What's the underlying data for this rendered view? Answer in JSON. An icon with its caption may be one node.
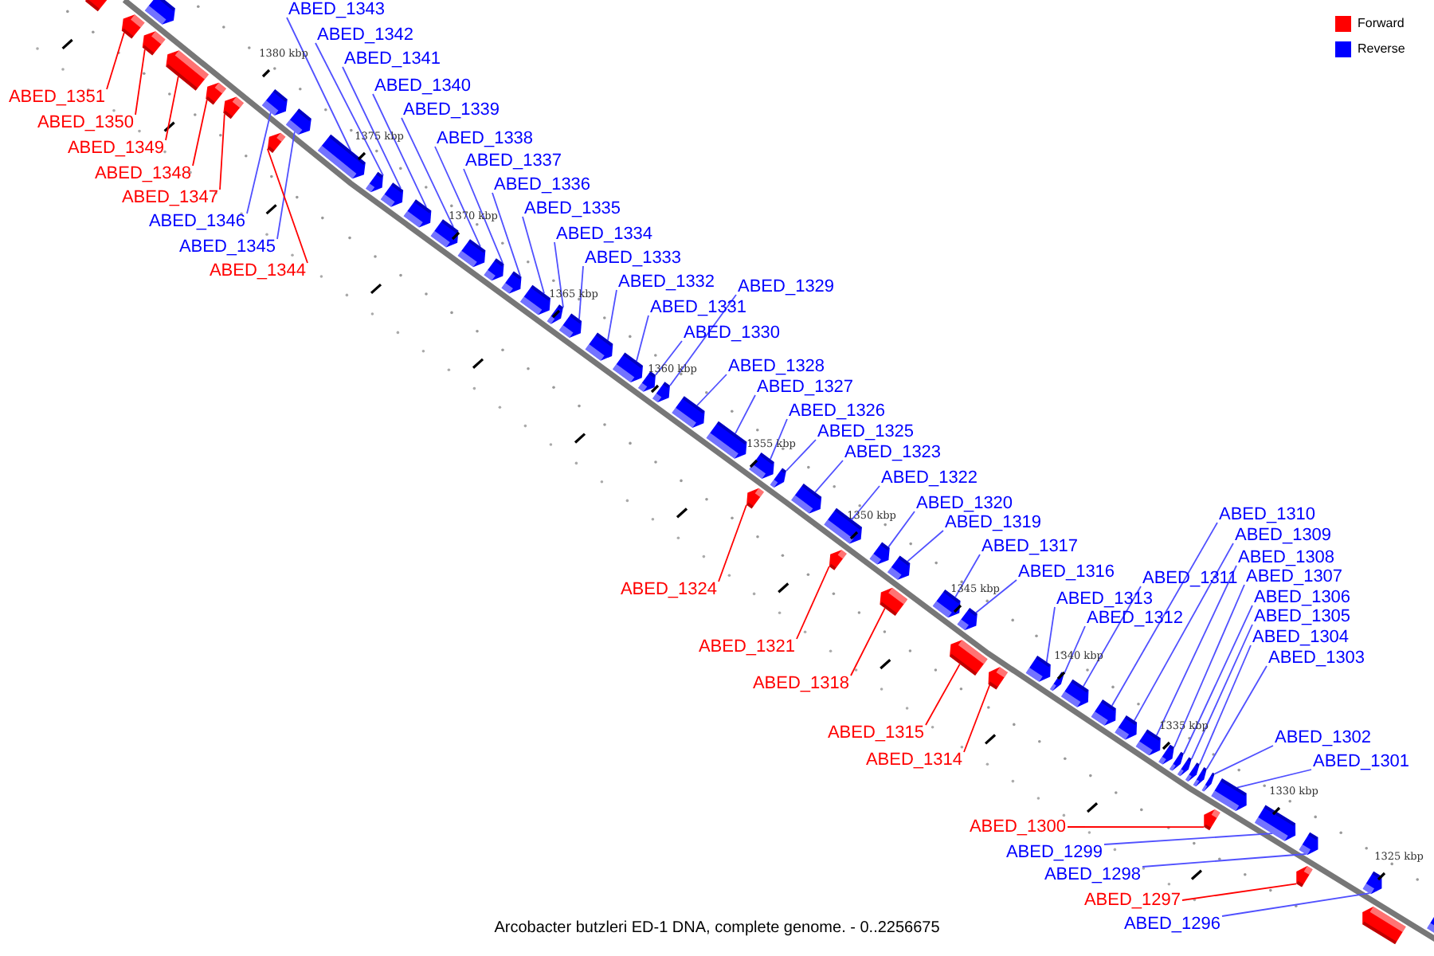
{
  "diagram": {
    "caption": "Arcobacter butzleri ED-1 DNA, complete genome. - 0..2256675",
    "nodes": [
      {
        "text": [
          "ABED_1351"
        ]
      },
      {
        "text": [
          "ABED_1350"
        ]
      },
      {
        "text": [
          "ABED_1349"
        ]
      },
      {
        "text": [
          "ABED_1348"
        ]
      },
      {
        "text": [
          "ABED_1347"
        ]
      },
      {
        "text": [
          "ABED_1346"
        ]
      },
      {
        "text": [
          "ABED_1345"
        ]
      },
      {
        "text": [
          "ABED_1344"
        ]
      },
      {
        "text": [
          "ABED_1343"
        ]
      },
      {
        "text": [
          "ABED_1342"
        ]
      },
      {
        "text": [
          "ABED_1341"
        ]
      },
      {
        "text": [
          "ABED_1340"
        ]
      },
      {
        "text": [
          "ABED_1339"
        ]
      },
      {
        "text": [
          "ABED_1338"
        ]
      },
      {
        "text": [
          "ABED_1337"
        ]
      },
      {
        "text": [
          "ABED_1336"
        ]
      },
      {
        "text": [
          "ABED_1335"
        ]
      },
      {
        "text": [
          "ABED_1334"
        ]
      },
      {
        "text": [
          "ABED_1333"
        ]
      },
      {
        "text": [
          "ABED_1332"
        ]
      },
      {
        "text": [
          "ABED_1331"
        ]
      },
      {
        "text": [
          "ABED_1330"
        ]
      },
      {
        "text": [
          "ABED_1329"
        ]
      },
      {
        "text": [
          "ABED_1328"
        ]
      },
      {
        "text": [
          "ABED_1327"
        ]
      },
      {
        "text": [
          "ABED_1326"
        ]
      },
      {
        "text": [
          "ABED_1325"
        ]
      },
      {
        "text": [
          "ABED_1324"
        ]
      },
      {
        "text": [
          "ABED_1323"
        ]
      },
      {
        "text": [
          "ABED_1322"
        ]
      },
      {
        "text": [
          "ABED_1321"
        ]
      },
      {
        "text": [
          "ABED_1320"
        ]
      },
      {
        "text": [
          "ABED_1319"
        ]
      },
      {
        "text": [
          "ABED_1318"
        ]
      },
      {
        "text": [
          "ABED_1317"
        ]
      },
      {
        "text": [
          "ABED_1316"
        ]
      },
      {
        "text": [
          "ABED_1315"
        ]
      },
      {
        "text": [
          "ABED_1314"
        ]
      },
      {
        "text": [
          "ABED_1313"
        ]
      },
      {
        "text": [
          "ABED_1312"
        ]
      },
      {
        "text": [
          "ABED_1311"
        ]
      },
      {
        "text": [
          "ABED_1310"
        ]
      },
      {
        "text": [
          "ABED_1309"
        ]
      },
      {
        "text": [
          "ABED_1308"
        ]
      },
      {
        "text": [
          "ABED_1307"
        ]
      },
      {
        "text": [
          "ABED_1306"
        ]
      },
      {
        "text": [
          "ABED_1305"
        ]
      },
      {
        "text": [
          "ABED_1304"
        ]
      },
      {
        "text": [
          "ABED_1303"
        ]
      },
      {
        "text": [
          "ABED_1302"
        ]
      },
      {
        "text": [
          "ABED_1301"
        ]
      },
      {
        "text": [
          "ABED_1300"
        ]
      },
      {
        "text": [
          "ABED_1299"
        ]
      },
      {
        "text": [
          "ABED_1298"
        ]
      },
      {
        "text": [
          "ABED_1297"
        ]
      },
      {
        "text": [
          "ABED_1296"
        ]
      },
      {
        "text": [],
        "shape": "arrow"
      },
      {
        "text": [],
        "shape": "arrow"
      },
      {
        "text": [],
        "shape": "arrow"
      },
      {
        "text": [],
        "shape": "arrow"
      },
      {
        "text": [],
        "shape": "arrow"
      },
      {
        "text": [],
        "shape": "arrow"
      },
      {
        "text": [],
        "shape": "arrow"
      },
      {
        "text": [],
        "shape": "arrow"
      },
      {
        "text": [],
        "shape": "arrow"
      },
      {
        "text": [],
        "shape": "arrow"
      },
      {
        "text": [],
        "shape": "arrow"
      },
      {
        "text": [],
        "shape": "arrow"
      },
      {
        "text": [],
        "shape": "arrow"
      },
      {
        "text": [],
        "shape": "arrow"
      },
      {
        "text": [],
        "shape": "arrow"
      },
      {
        "text": [],
        "shape": "arrow"
      },
      {
        "text": [],
        "shape": "arrow"
      },
      {
        "text": [],
        "shape": "arrow"
      },
      {
        "text": [],
        "shape": "arrow"
      },
      {
        "text": [],
        "shape": "arrow"
      },
      {
        "text": [],
        "shape": "arrow"
      },
      {
        "text": [],
        "shape": "arrow"
      },
      {
        "text": [],
        "shape": "arrow"
      },
      {
        "text": [],
        "shape": "arrow"
      },
      {
        "text": [],
        "shape": "arrow"
      },
      {
        "text": [],
        "shape": "arrow"
      },
      {
        "text": [],
        "shape": "arrow"
      },
      {
        "text": [],
        "shape": "arrow"
      },
      {
        "text": [],
        "shape": "arrow"
      },
      {
        "text": [],
        "shape": "arrow"
      },
      {
        "text": [],
        "shape": "arrow"
      },
      {
        "text": [],
        "shape": "arrow"
      },
      {
        "text": [],
        "shape": "arrow"
      },
      {
        "text": [],
        "shape": "arrow"
      },
      {
        "text": [],
        "shape": "arrow"
      },
      {
        "text": [],
        "shape": "arrow"
      },
      {
        "text": [],
        "shape": "arrow"
      },
      {
        "text": [],
        "shape": "arrow"
      },
      {
        "text": [],
        "shape": "arrow"
      },
      {
        "text": [],
        "shape": "arrow"
      },
      {
        "text": [],
        "shape": "arrow"
      },
      {
        "text": [],
        "shape": "arrow"
      },
      {
        "text": [],
        "shape": "arrow"
      },
      {
        "text": [],
        "shape": "arrow"
      },
      {
        "text": [],
        "shape": "arrow"
      },
      {
        "text": [],
        "shape": "arrow"
      },
      {
        "text": [],
        "shape": "arrow"
      },
      {
        "text": [],
        "shape": "arrow"
      },
      {
        "text": [],
        "shape": "arrow"
      },
      {
        "text": [],
        "shape": "arrow"
      },
      {
        "text": [],
        "shape": "arrow"
      },
      {
        "text": [],
        "shape": "arrow"
      },
      {
        "text": [],
        "shape": "arrow"
      },
      {
        "text": [],
        "shape": "arrow"
      },
      {
        "text": [],
        "shape": "arrow"
      },
      {
        "text": [],
        "shape": "arrow"
      },
      {
        "text": [],
        "shape": "box"
      },
      {
        "text": [],
        "shape": "box"
      },
      {
        "text": [],
        "shape": "box"
      },
      {
        "text": [],
        "shape": "box"
      }
    ],
    "edges": [
      {
        "from": 0,
        "to": 56,
        "arrow": "none",
        "color": "#ff0000"
      },
      {
        "from": 1,
        "to": 57,
        "arrow": "none",
        "color": "#ff0000"
      },
      {
        "from": 2,
        "to": 58,
        "arrow": "none",
        "color": "#ff0000"
      },
      {
        "from": 3,
        "to": 59,
        "arrow": "none",
        "color": "#ff0000"
      },
      {
        "from": 4,
        "to": 60,
        "arrow": "none",
        "color": "#ff0000"
      },
      {
        "from": 5,
        "to": 61,
        "arrow": "none"
      },
      {
        "from": 6,
        "to": 62,
        "arrow": "none"
      },
      {
        "from": 7,
        "to": 63,
        "arrow": "none",
        "color": "#ff0000"
      },
      {
        "from": 8,
        "to": 64,
        "arrow": "none"
      },
      {
        "from": 9,
        "to": 65,
        "arrow": "none"
      },
      {
        "from": 10,
        "to": 66,
        "arrow": "none"
      },
      {
        "from": 11,
        "to": 67,
        "arrow": "none"
      },
      {
        "from": 12,
        "to": 68,
        "arrow": "none"
      },
      {
        "from": 13,
        "to": 69,
        "arrow": "none"
      },
      {
        "from": 14,
        "to": 70,
        "arrow": "none"
      },
      {
        "from": 15,
        "to": 71,
        "arrow": "none"
      },
      {
        "from": 16,
        "to": 72,
        "arrow": "none"
      },
      {
        "from": 17,
        "to": 73,
        "arrow": "none"
      },
      {
        "from": 18,
        "to": 74,
        "arrow": "none"
      },
      {
        "from": 19,
        "to": 75,
        "arrow": "none"
      },
      {
        "from": 20,
        "to": 76,
        "arrow": "none"
      },
      {
        "from": 21,
        "to": 77,
        "arrow": "none"
      },
      {
        "from": 22,
        "to": 78,
        "arrow": "none"
      },
      {
        "from": 23,
        "to": 79,
        "arrow": "none"
      },
      {
        "from": 24,
        "to": 80,
        "arrow": "none"
      },
      {
        "from": 25,
        "to": 81,
        "arrow": "none"
      },
      {
        "from": 26,
        "to": 82,
        "arrow": "none"
      },
      {
        "from": 27,
        "to": 83,
        "arrow": "none",
        "color": "#ff0000"
      },
      {
        "from": 28,
        "to": 84,
        "arrow": "none"
      },
      {
        "from": 29,
        "to": 85,
        "arrow": "none"
      },
      {
        "from": 30,
        "to": 86,
        "arrow": "none",
        "color": "#ff0000"
      },
      {
        "from": 31,
        "to": 87,
        "arrow": "none"
      },
      {
        "from": 32,
        "to": 88,
        "arrow": "none"
      },
      {
        "from": 33,
        "to": 89,
        "arrow": "none",
        "color": "#ff0000"
      },
      {
        "from": 34,
        "to": 90,
        "arrow": "none"
      },
      {
        "from": 35,
        "to": 91,
        "arrow": "none"
      },
      {
        "from": 36,
        "to": 92,
        "arrow": "none",
        "color": "#ff0000"
      },
      {
        "from": 37,
        "to": 93,
        "arrow": "none",
        "color": "#ff0000"
      },
      {
        "from": 38,
        "to": 94,
        "arrow": "none"
      },
      {
        "from": 39,
        "to": 95,
        "arrow": "none"
      },
      {
        "from": 40,
        "to": 96,
        "arrow": "none"
      },
      {
        "from": 41,
        "to": 97,
        "arrow": "none"
      },
      {
        "from": 42,
        "to": 98,
        "arrow": "none"
      },
      {
        "from": 43,
        "to": 99,
        "arrow": "none"
      },
      {
        "from": 44,
        "to": 100,
        "arrow": "none"
      },
      {
        "from": 45,
        "to": 101,
        "arrow": "none"
      },
      {
        "from": 46,
        "to": 102,
        "arrow": "none"
      },
      {
        "from": 47,
        "to": 103,
        "arrow": "none"
      },
      {
        "from": 48,
        "to": 104,
        "arrow": "none"
      },
      {
        "from": 49,
        "to": 105,
        "arrow": "none"
      },
      {
        "from": 50,
        "to": 106,
        "arrow": "none"
      },
      {
        "from": 51,
        "to": 107,
        "arrow": "none",
        "color": "#ff0000"
      },
      {
        "from": 52,
        "to": 108,
        "arrow": "none"
      },
      {
        "from": 53,
        "to": 109,
        "arrow": "none"
      },
      {
        "from": 54,
        "to": 110,
        "arrow": "none",
        "color": "#ff0000"
      },
      {
        "from": 55,
        "to": 111,
        "arrow": "none"
      }
    ],
    "labels": [
      "1380 kbp",
      "1375 kbp",
      "1370 kbp",
      "1365 kbp",
      "1360 kbp",
      "1355 kbp",
      "1350 kbp",
      "1345 kbp",
      "1340 kbp",
      "1335 kbp",
      "1330 kbp",
      "1325 kbp"
    ],
    "legend": [
      {
        "text": "Forward",
        "color": "#ff0000"
      },
      {
        "text": "Reverse",
        "color": "#0000ff"
      }
    ]
  }
}
